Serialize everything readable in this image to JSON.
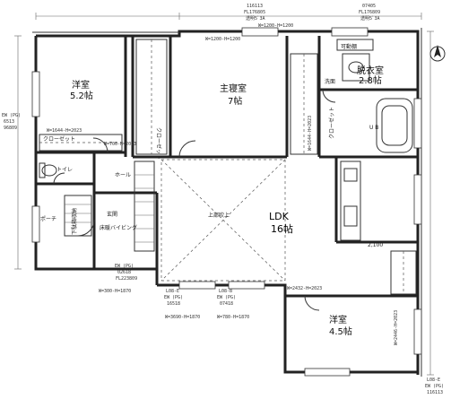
{
  "rooms": {
    "western1": {
      "name": "洋室",
      "size": "5.2帖"
    },
    "master": {
      "name": "主寝室",
      "size": "7帖"
    },
    "dressing": {
      "name": "脱衣室",
      "size": "2.8帖"
    },
    "ldk": {
      "name": "LDK",
      "size": "16帖"
    },
    "western2": {
      "name": "洋室",
      "size": "4.5帖"
    }
  },
  "labels": {
    "closet1": "クローゼット",
    "closet2": "クローゼット",
    "closet3": "クローゼット",
    "toilet": "トイレ",
    "hall": "ホール",
    "porch": "ポーチ",
    "entrance": "玄関",
    "entrance_floor": "床暖バイビング",
    "shoe": "下駄箱収納",
    "wash": "洗面",
    "ub": "U B",
    "fukinuke": "上部吹上",
    "laundry": "可動棚",
    "dim_2100": "2,100"
  },
  "window_tags": [
    {
      "code": "116113",
      "spec": "FL176805",
      "note": "透明5ﾞ3A"
    },
    {
      "code": "07405",
      "spec": "FL176809",
      "note": "透明5ﾞ3A"
    },
    {
      "code": "W=1200-H=1200",
      "spec": "",
      "note": ""
    },
    {
      "code": "EW (PG)",
      "spec": "02618",
      "note": "FL223809"
    },
    {
      "code": "L08-E",
      "spec": "EW (PG)",
      "note": "16518"
    },
    {
      "code": "L08-B",
      "spec": "EW (PG)",
      "note": "07418"
    },
    {
      "code": "L08-E",
      "spec": "EW (PG)",
      "note": "116113"
    }
  ],
  "dims": {
    "w1": "W=1644-H=2023",
    "w2": "W=700-H=2023",
    "w3": "W=2432-H=2023",
    "w4": "W=3690-H=1870",
    "w5": "W=780-H=1870",
    "w6": "W=300-H=1870",
    "w7": "W=1200-H=1200",
    "w8": "W=1644-H=2023",
    "w9": "W=2446-H=2023",
    "tag_left": "EW (PG)",
    "tag_left2": "6513",
    "tag_left3": "96809"
  }
}
